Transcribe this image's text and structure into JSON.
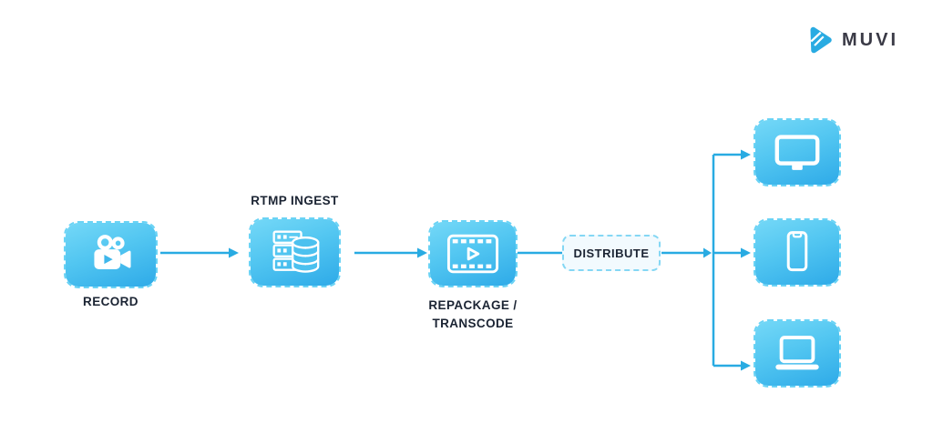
{
  "brand": {
    "name": "MUVI",
    "logo_icon": "muvi-play-icon",
    "logo_color": "#29ABE2",
    "text_color": "#3A3A46"
  },
  "colors": {
    "arrow": "#29ABE2",
    "node_gradient_top": "#74D8F7",
    "node_gradient_bottom": "#2EAAE8",
    "node_dashed_border": "#6AD3F5",
    "label_text": "#1B2433",
    "distribute_background": "#F2FAFE",
    "icon_color": "#FFFFFF"
  },
  "nodes": {
    "record": {
      "label": "RECORD",
      "label_position": "below",
      "icon": "video-camera-icon"
    },
    "rtmp_ingest": {
      "label": "RTMP INGEST",
      "label_position": "above",
      "icon": "server-database-icon"
    },
    "repackage_transcode": {
      "label_line1": "REPACKAGE /",
      "label_line2": "TRANSCODE",
      "label_position": "below",
      "icon": "film-strip-play-icon"
    },
    "distribute": {
      "label": "DISTRIBUTE"
    },
    "desktop": {
      "icon": "desktop-monitor-icon"
    },
    "mobile": {
      "icon": "smartphone-icon"
    },
    "laptop": {
      "icon": "laptop-icon"
    }
  },
  "connections": [
    {
      "from": "record",
      "to": "rtmp_ingest"
    },
    {
      "from": "rtmp_ingest",
      "to": "repackage_transcode"
    },
    {
      "from": "repackage_transcode",
      "to": "distribute"
    },
    {
      "from": "distribute",
      "to": "desktop"
    },
    {
      "from": "distribute",
      "to": "mobile"
    },
    {
      "from": "distribute",
      "to": "laptop"
    }
  ]
}
